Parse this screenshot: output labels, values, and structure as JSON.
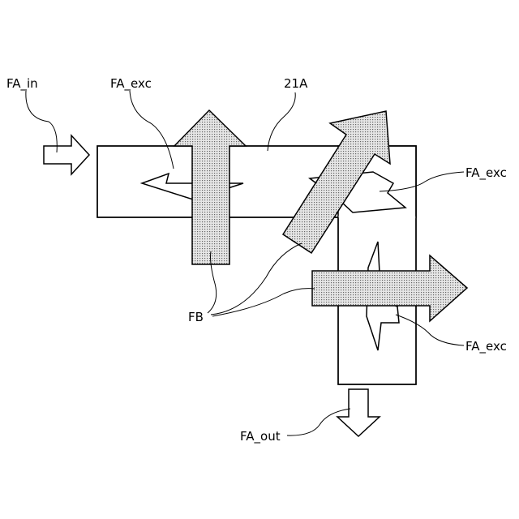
{
  "labels": {
    "fa_in": "FA_in",
    "fa_exc_top": "FA_exc",
    "ref_21a": "21A",
    "fa_exc_right_upper": "FA_exc",
    "fa_exc_right_lower": "FA_exc",
    "fb": "FB",
    "fa_out": "FA_out"
  }
}
